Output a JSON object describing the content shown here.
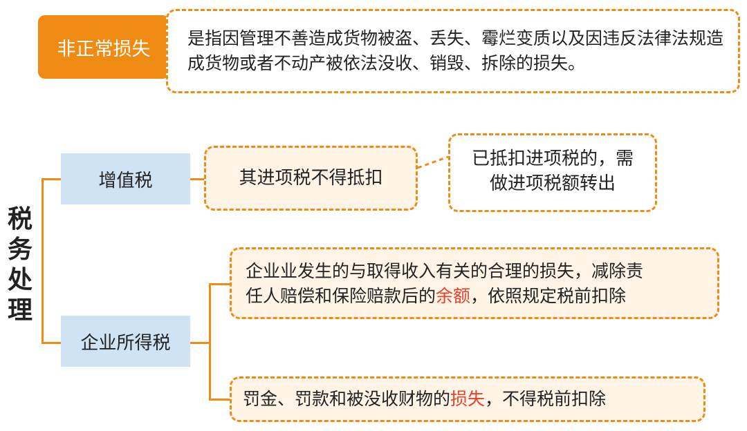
{
  "definition": {
    "tag": "非正常损失",
    "text": "是指因管理不善造成货物被盗、丢失、霉烂变质以及因违反法律法规造成货物或者不动产被依法没收、销毁、拆除的损失。"
  },
  "side_title": [
    "税",
    "务",
    "处",
    "理"
  ],
  "vat": {
    "label": "增值税",
    "rule": "其进项税不得抵扣",
    "note_line1": "已抵扣进项税的，需",
    "note_line2": "做进项税额转出"
  },
  "cit": {
    "label": "企业所得税",
    "rule1_line1": "企业业发生的与取得收入有关的合理的损失，减除责",
    "rule1_line2_a": "任人赔偿和保险赔款后的",
    "rule1_line2_b": "余额",
    "rule1_line2_c": "，依照规定税前扣除",
    "rule2_a": "罚金、罚款和被没收财物的",
    "rule2_b": "损失",
    "rule2_c": "，不得税前扣除"
  },
  "colors": {
    "accent": "#ef8a12",
    "box_blue": "#cfe3f4",
    "highlight": "#e8402a"
  }
}
